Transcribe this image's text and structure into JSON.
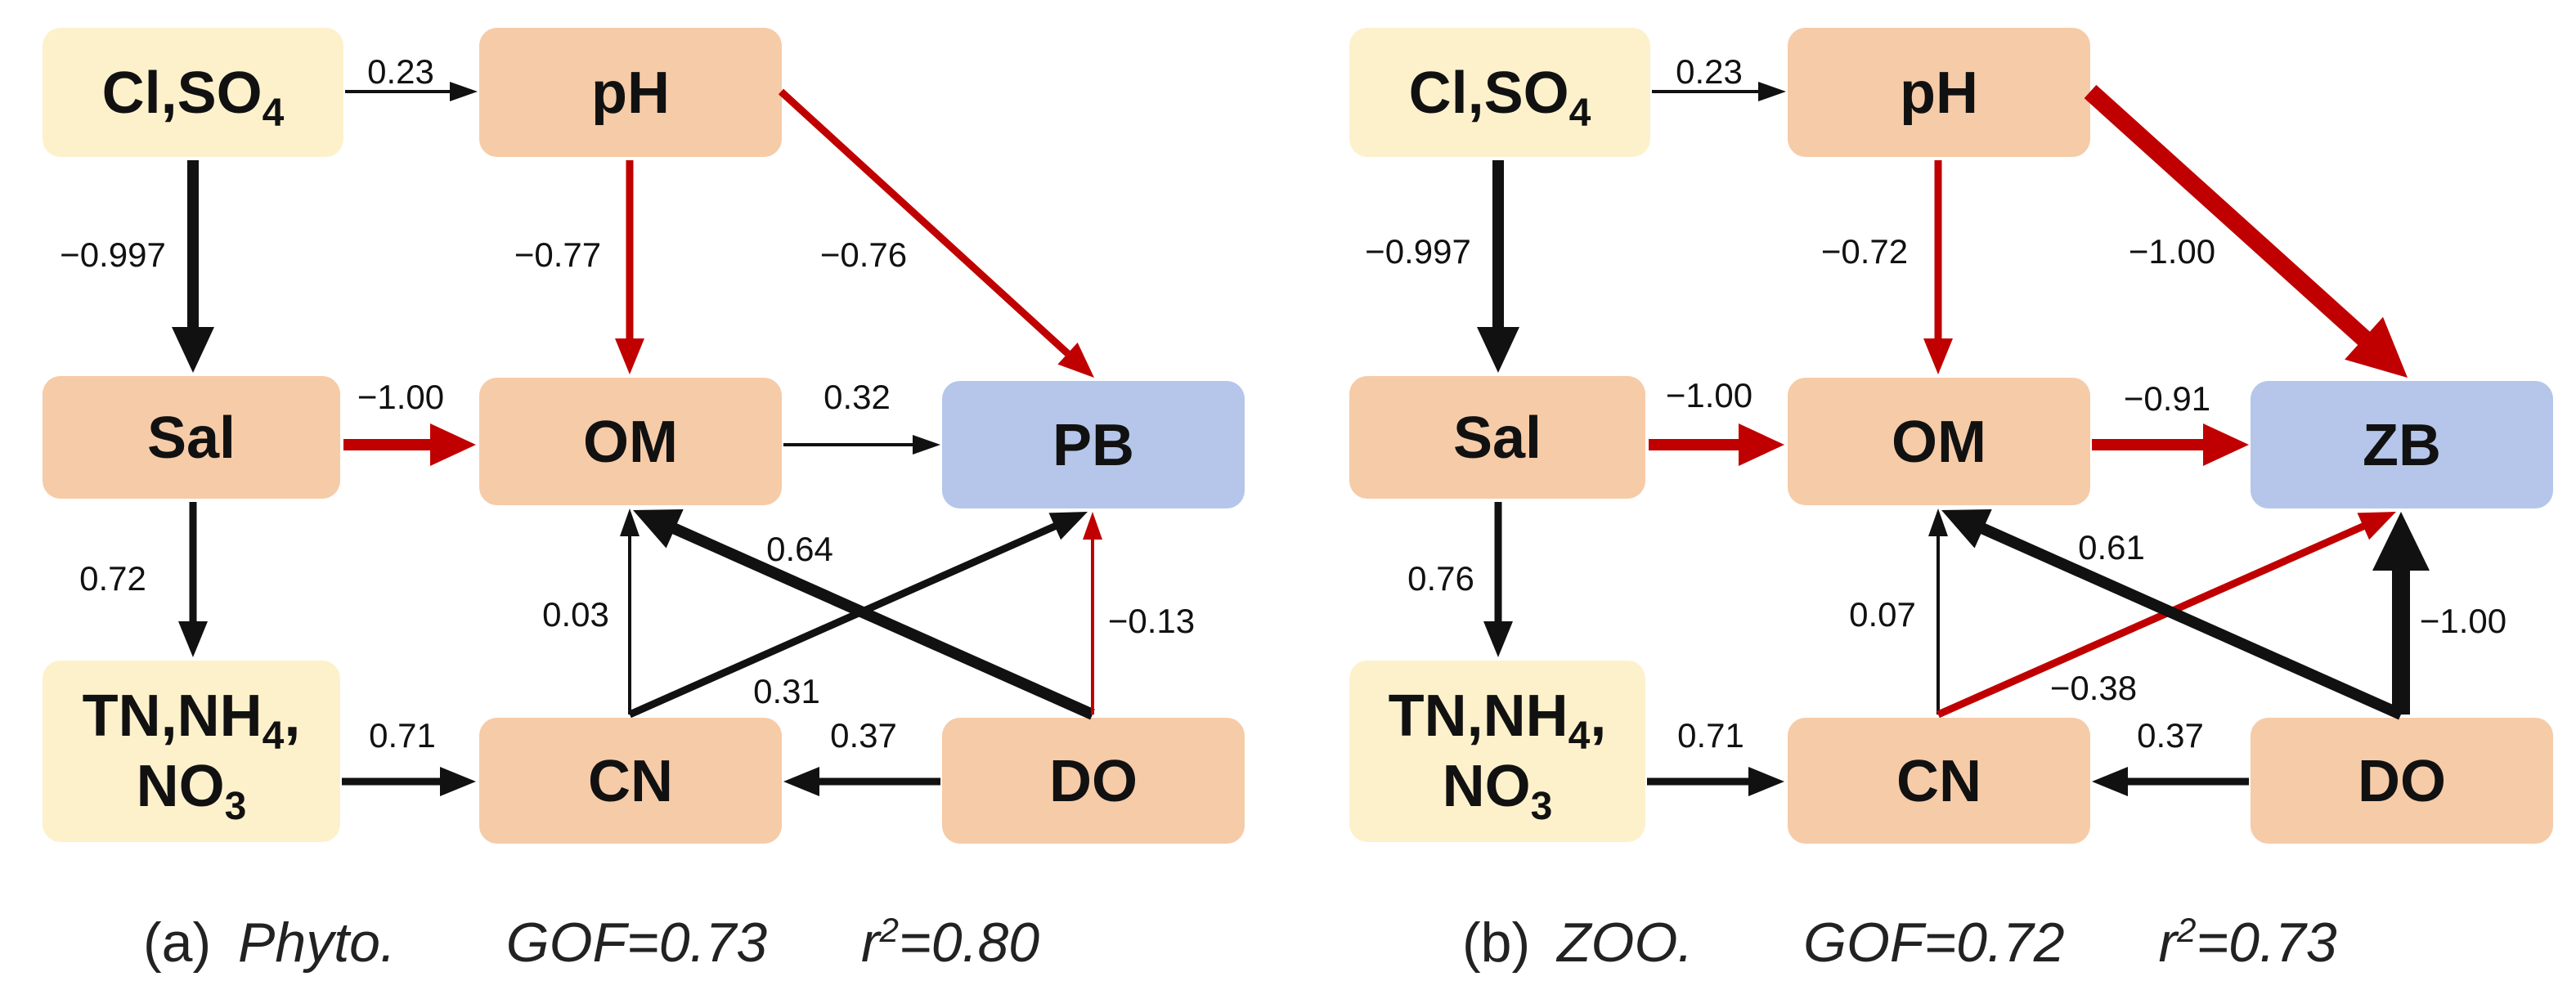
{
  "colors": {
    "yellow": "#fdf1cc",
    "orange": "#f6cba8",
    "blue": "#b5c6ea",
    "black": "#111111",
    "red": "#c00000"
  },
  "panels": [
    {
      "id": "a",
      "caption": {
        "label": "(a)",
        "group": "Phyto.",
        "gof": "GOF=0.73",
        "r_prefix": "r",
        "r_sup": "2",
        "r_value": "=0.80"
      },
      "nodes": [
        {
          "id": "clso4",
          "fill": "yellow",
          "parts": [
            {
              "t": "Cl,SO"
            },
            {
              "t": "4",
              "s": 1
            }
          ]
        },
        {
          "id": "ph",
          "fill": "orange",
          "parts": [
            {
              "t": "pH"
            }
          ]
        },
        {
          "id": "sal",
          "fill": "orange",
          "parts": [
            {
              "t": "Sal"
            }
          ]
        },
        {
          "id": "om",
          "fill": "orange",
          "parts": [
            {
              "t": "OM"
            }
          ]
        },
        {
          "id": "target",
          "fill": "blue",
          "parts": [
            {
              "t": "PB"
            }
          ]
        },
        {
          "id": "tn",
          "fill": "yellow",
          "parts": [
            {
              "t": "TN,NH"
            },
            {
              "t": "4",
              "s": 1
            },
            {
              "t": ","
            }
          ],
          "parts2": [
            {
              "t": "NO"
            },
            {
              "t": "3",
              "s": 1
            }
          ]
        },
        {
          "id": "cn",
          "fill": "orange",
          "parts": [
            {
              "t": "CN"
            }
          ]
        },
        {
          "id": "do",
          "fill": "orange",
          "parts": [
            {
              "t": "DO"
            }
          ]
        }
      ],
      "edges": [
        {
          "id": "clso4-ph",
          "label": "0.23",
          "color": "black",
          "weight": 1
        },
        {
          "id": "clso4-sal",
          "label": "−0.997",
          "color": "black",
          "weight": 3
        },
        {
          "id": "ph-om",
          "label": "−0.77",
          "color": "red",
          "weight": 2
        },
        {
          "id": "ph-target",
          "label": "−0.76",
          "color": "red",
          "weight": 2
        },
        {
          "id": "sal-om",
          "label": "−1.00",
          "color": "red",
          "weight": 3
        },
        {
          "id": "om-target",
          "label": "0.32",
          "color": "black",
          "weight": 1
        },
        {
          "id": "sal-tn",
          "label": "0.72",
          "color": "black",
          "weight": 2
        },
        {
          "id": "tn-cn",
          "label": "0.71",
          "color": "black",
          "weight": 2
        },
        {
          "id": "do-cn",
          "label": "0.37",
          "color": "black",
          "weight": 2
        },
        {
          "id": "cn-om",
          "label": "0.03",
          "color": "black",
          "weight": 1
        },
        {
          "id": "cn-target",
          "label": "0.31",
          "color": "black",
          "weight": 2
        },
        {
          "id": "do-om",
          "label": "0.64",
          "color": "black",
          "weight": 3
        },
        {
          "id": "do-target",
          "label": "−0.13",
          "color": "red",
          "weight": 1
        }
      ]
    },
    {
      "id": "b",
      "caption": {
        "label": "(b)",
        "group": "ZOO.",
        "gof": "GOF=0.72",
        "r_prefix": "r",
        "r_sup": "2",
        "r_value": "=0.73"
      },
      "nodes": [
        {
          "id": "clso4",
          "fill": "yellow",
          "parts": [
            {
              "t": "Cl,SO"
            },
            {
              "t": "4",
              "s": 1
            }
          ]
        },
        {
          "id": "ph",
          "fill": "orange",
          "parts": [
            {
              "t": "pH"
            }
          ]
        },
        {
          "id": "sal",
          "fill": "orange",
          "parts": [
            {
              "t": "Sal"
            }
          ]
        },
        {
          "id": "om",
          "fill": "orange",
          "parts": [
            {
              "t": "OM"
            }
          ]
        },
        {
          "id": "target",
          "fill": "blue",
          "parts": [
            {
              "t": "ZB"
            }
          ]
        },
        {
          "id": "tn",
          "fill": "yellow",
          "parts": [
            {
              "t": "TN,NH"
            },
            {
              "t": "4",
              "s": 1
            },
            {
              "t": ","
            }
          ],
          "parts2": [
            {
              "t": "NO"
            },
            {
              "t": "3",
              "s": 1
            }
          ]
        },
        {
          "id": "cn",
          "fill": "orange",
          "parts": [
            {
              "t": "CN"
            }
          ]
        },
        {
          "id": "do",
          "fill": "orange",
          "parts": [
            {
              "t": "DO"
            }
          ]
        }
      ],
      "edges": [
        {
          "id": "clso4-ph",
          "label": "0.23",
          "color": "black",
          "weight": 1
        },
        {
          "id": "clso4-sal",
          "label": "−0.997",
          "color": "black",
          "weight": 3
        },
        {
          "id": "ph-om",
          "label": "−0.72",
          "color": "red",
          "weight": 2
        },
        {
          "id": "ph-target",
          "label": "−1.00",
          "color": "red",
          "weight": 4
        },
        {
          "id": "sal-om",
          "label": "−1.00",
          "color": "red",
          "weight": 3
        },
        {
          "id": "om-target",
          "label": "−0.91",
          "color": "red",
          "weight": 3
        },
        {
          "id": "sal-tn",
          "label": "0.76",
          "color": "black",
          "weight": 2
        },
        {
          "id": "tn-cn",
          "label": "0.71",
          "color": "black",
          "weight": 2
        },
        {
          "id": "do-cn",
          "label": "0.37",
          "color": "black",
          "weight": 2
        },
        {
          "id": "cn-om",
          "label": "0.07",
          "color": "black",
          "weight": 1
        },
        {
          "id": "cn-target",
          "label": "−0.38",
          "color": "red",
          "weight": 2
        },
        {
          "id": "do-om",
          "label": "0.61",
          "color": "black",
          "weight": 3
        },
        {
          "id": "do-target",
          "label": "−1.00",
          "color": "black",
          "weight": 4
        }
      ]
    }
  ]
}
